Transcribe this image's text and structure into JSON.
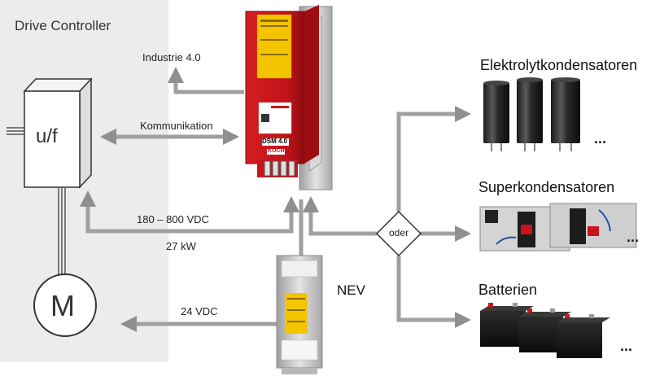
{
  "labels": {
    "drive_controller": "Drive Controller",
    "uf": "u/f",
    "motor": "M",
    "industrie": "Industrie 4.0",
    "kommunikation": "Kommunikation",
    "vdc_range": "180 – 800 VDC",
    "power": "27 kW",
    "vdc_24": "24 VDC",
    "nev": "NEV",
    "oder": "oder",
    "elko": "Elektrolytkondensatoren",
    "superkon": "Superkondensatoren",
    "batterien": "Batterien",
    "dots": "...",
    "dsm_model": "DSM 4.0",
    "brand": "KOCH"
  },
  "colors": {
    "panel_bg": "#ececec",
    "arrow_gray": "#9a9a9a",
    "dsm_red": "#c9141b",
    "warning_yellow": "#f5c400",
    "metal": "#c8c8c8"
  }
}
